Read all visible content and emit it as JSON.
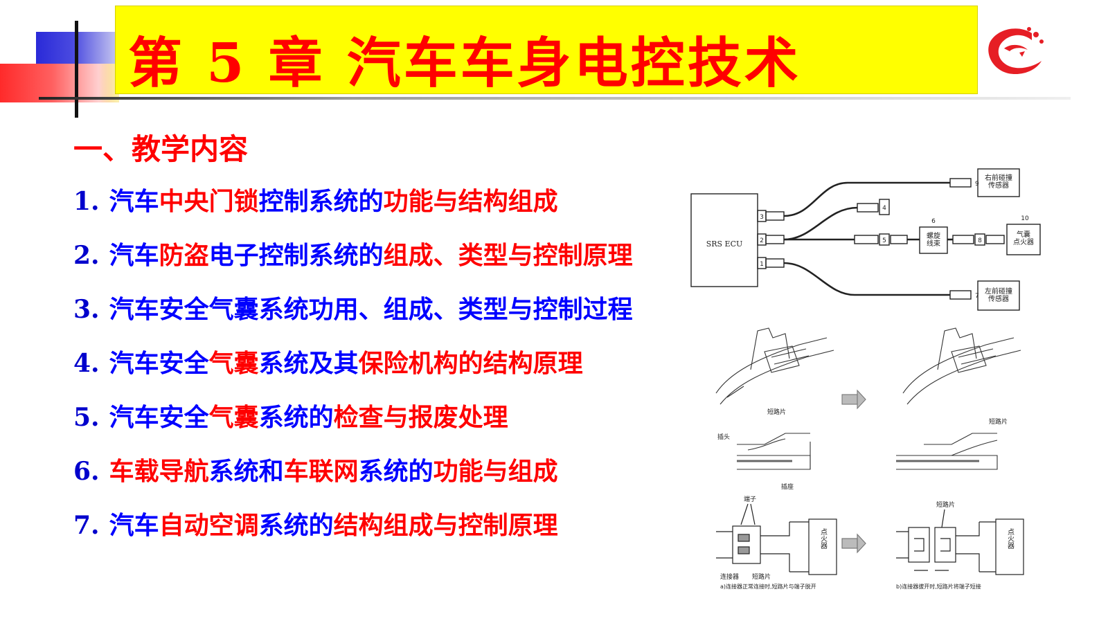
{
  "header": {
    "title": "第 5 章   汽车车身电控技术"
  },
  "section": {
    "heading": "一、教学内容"
  },
  "items": [
    {
      "num": "1.",
      "segments": [
        {
          "text": "汽车",
          "color": "#0000ff"
        },
        {
          "text": "中央门锁",
          "color": "#ff0000"
        },
        {
          "text": "控制系统的",
          "color": "#0000ff"
        },
        {
          "text": "功能与结构组成",
          "color": "#ff0000"
        }
      ]
    },
    {
      "num": "2.",
      "segments": [
        {
          "text": "汽车",
          "color": "#0000ff"
        },
        {
          "text": "防盗",
          "color": "#ff0000"
        },
        {
          "text": "电子控制系统的",
          "color": "#0000ff"
        },
        {
          "text": "组成、类型与控制原理",
          "color": "#ff0000"
        }
      ]
    },
    {
      "num": "3.",
      "segments": [
        {
          "text": "汽车安全气囊系统功用、组成、类型与控制过程",
          "color": "#0000ff"
        }
      ]
    },
    {
      "num": "4.",
      "segments": [
        {
          "text": "汽车安全",
          "color": "#0000ff"
        },
        {
          "text": "气囊",
          "color": "#ff0000"
        },
        {
          "text": "系统及其",
          "color": "#0000ff"
        },
        {
          "text": "保险机构的结构原理",
          "color": "#ff0000"
        }
      ]
    },
    {
      "num": "5.",
      "segments": [
        {
          "text": "汽车安全",
          "color": "#0000ff"
        },
        {
          "text": "气囊",
          "color": "#ff0000"
        },
        {
          "text": "系统的",
          "color": "#0000ff"
        },
        {
          "text": "检查与报废处理",
          "color": "#ff0000"
        }
      ]
    },
    {
      "num": "6.",
      "segments": [
        {
          "text": "车载导航",
          "color": "#ff0000"
        },
        {
          "text": "系统和",
          "color": "#0000ff"
        },
        {
          "text": "车联网",
          "color": "#ff0000"
        },
        {
          "text": "系统的",
          "color": "#0000ff"
        },
        {
          "text": "功能与组成",
          "color": "#ff0000"
        }
      ]
    },
    {
      "num": "7.",
      "segments": [
        {
          "text": "汽车",
          "color": "#0000ff"
        },
        {
          "text": "自动空调",
          "color": "#ff0000"
        },
        {
          "text": "系统的",
          "color": "#0000ff"
        },
        {
          "text": "结构组成与控制原理",
          "color": "#ff0000"
        }
      ]
    }
  ],
  "diagram": {
    "ecu_label": "SRS ECU",
    "ports": [
      "3",
      "2",
      "1"
    ],
    "connectors": [
      "9",
      "4",
      "5",
      "8",
      "7"
    ],
    "top_numbers": [
      "6",
      "10"
    ],
    "right_front_sensor": "右前碰撞\n传感器",
    "left_front_sensor": "左前碰撞\n传感器",
    "spiral_harness": "螺旋\n线束",
    "airbag_igniter": "气囊\n点火器",
    "label_shorting_a": "短路片",
    "label_shorting_b": "短路片",
    "label_plug": "插头",
    "label_socket": "插座",
    "label_terminal": "端子",
    "label_connector": "连接器",
    "label_shorting_c": "短路片",
    "label_shorting_d": "短路片",
    "label_igniter_a": "点火器",
    "label_igniter_b": "点火器",
    "caption_a": "a)连接器正常连接时,短路片与端子脱开",
    "caption_b": "b)连接器拔开时,短路片将端子短接"
  },
  "colors": {
    "title_bg": "#ffff00",
    "title_text": "#ff0000",
    "blue_text": "#0000ff",
    "red_text": "#ff0000",
    "number_text": "#0000cc"
  },
  "icons": {
    "logo": "red-swirl-logo-icon",
    "arrow": "right-arrow-icon"
  }
}
